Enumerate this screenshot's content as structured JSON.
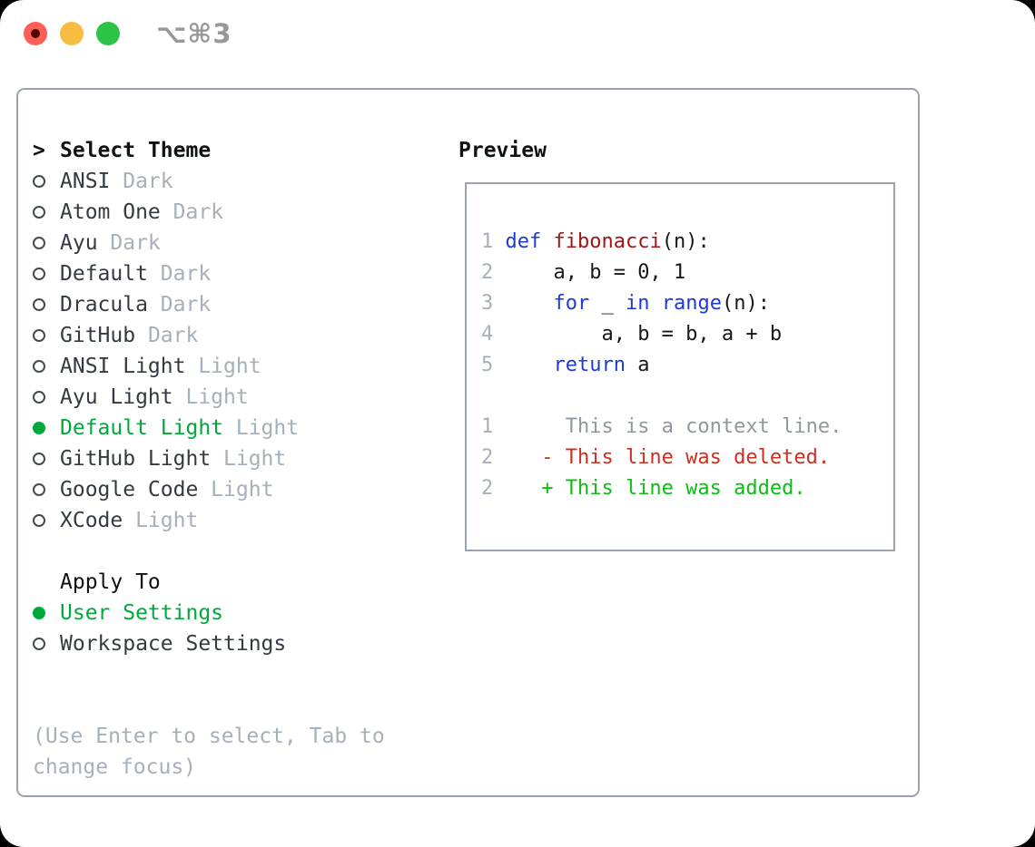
{
  "titlebar": {
    "title": "⌥⌘3",
    "close_label": "close",
    "minimize_label": "minimize",
    "zoom_label": "zoom"
  },
  "theme_picker": {
    "heading": "Select Theme",
    "items": [
      {
        "name": "ANSI",
        "variant": "Dark",
        "selected": false
      },
      {
        "name": "Atom One",
        "variant": "Dark",
        "selected": false
      },
      {
        "name": "Ayu",
        "variant": "Dark",
        "selected": false
      },
      {
        "name": "Default",
        "variant": "Dark",
        "selected": false
      },
      {
        "name": "Dracula",
        "variant": "Dark",
        "selected": false
      },
      {
        "name": "GitHub",
        "variant": "Dark",
        "selected": false
      },
      {
        "name": "ANSI Light",
        "variant": "Light",
        "selected": false
      },
      {
        "name": "Ayu Light",
        "variant": "Light",
        "selected": false
      },
      {
        "name": "Default Light",
        "variant": "Light",
        "selected": true
      },
      {
        "name": "GitHub Light",
        "variant": "Light",
        "selected": false
      },
      {
        "name": "Google Code",
        "variant": "Light",
        "selected": false
      },
      {
        "name": "XCode",
        "variant": "Light",
        "selected": false
      }
    ]
  },
  "apply_to": {
    "heading": "Apply To",
    "options": [
      {
        "name": "User Settings",
        "selected": true
      },
      {
        "name": "Workspace Settings",
        "selected": false
      }
    ]
  },
  "help": {
    "text": "(Use Enter to select, Tab to change focus)"
  },
  "preview": {
    "heading": "Preview",
    "lines": [
      [
        [
          "ln",
          "1 "
        ],
        [
          "kw",
          "def"
        ],
        [
          "pl",
          " "
        ],
        [
          "fn",
          "fibonacci"
        ],
        [
          "pl",
          "(n):"
        ]
      ],
      [
        [
          "ln",
          "2"
        ],
        [
          "pl",
          "     a, b = 0, 1"
        ]
      ],
      [
        [
          "ln",
          "3"
        ],
        [
          "pl",
          "     "
        ],
        [
          "kw",
          "for"
        ],
        [
          "pl",
          " _ "
        ],
        [
          "kw",
          "in"
        ],
        [
          "pl",
          " "
        ],
        [
          "kw",
          "range"
        ],
        [
          "pl",
          "(n):"
        ]
      ],
      [
        [
          "ln",
          "4"
        ],
        [
          "pl",
          "         a, b = b, a + b"
        ]
      ],
      [
        [
          "ln",
          "5"
        ],
        [
          "pl",
          "     "
        ],
        [
          "kw",
          "return"
        ],
        [
          "pl",
          " a"
        ]
      ],
      [],
      [
        [
          "ln",
          "1"
        ],
        [
          "ctx",
          "      This is a context line."
        ]
      ],
      [
        [
          "ln",
          "2"
        ],
        [
          "del",
          "    - This line was deleted."
        ]
      ],
      [
        [
          "ln",
          "2"
        ],
        [
          "add",
          "    + This line was added."
        ]
      ]
    ]
  },
  "colors": {
    "accent_green": "#00a93c",
    "diff_added_green": "#0ebd13",
    "diff_deleted_red": "#cc2f1f",
    "keyword_blue": "#1e3ad6",
    "function_red": "#a31515",
    "muted_gray": "#a6b0bb",
    "context_gray": "#8f989f",
    "text_dark": "#343a43",
    "heading_black": "#0e1116",
    "code_black": "#15181d",
    "border_gray": "#99a2ad",
    "traffic_red": "#fd5f57",
    "traffic_yellow": "#f7bd40",
    "traffic_green": "#2dc347"
  }
}
